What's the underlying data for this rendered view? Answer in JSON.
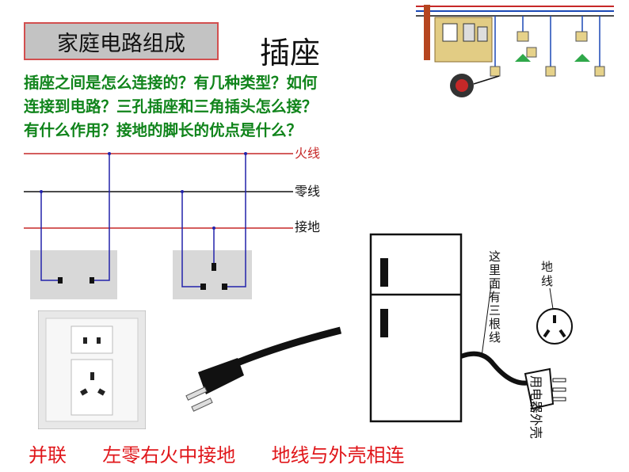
{
  "title_box": "家庭电路组成",
  "heading": "插座",
  "questions": [
    "插座之间是怎么连接的？有几种类型？如何",
    "连接到电路？三孔插座和三角插头怎么接？",
    "有什么作用？接地的脚长的优点是什么？"
  ],
  "wires": {
    "live": "火线",
    "neutral": "零线",
    "ground": "接地"
  },
  "fridge_note": [
    "这",
    "里",
    "面",
    "有",
    "三",
    "根",
    "线"
  ],
  "ground_note": [
    "地",
    "线"
  ],
  "appliance_note": "用电器外壳",
  "captions": [
    "并联",
    "左零右火中接地",
    "地线与外壳相连"
  ],
  "colors": {
    "live_wire": "#c62828",
    "ground_wire": "#c62828",
    "neutral_wire": "#111111",
    "drop_wire": "#2222aa",
    "question_text": "#10841b",
    "caption_text": "#e0161a"
  }
}
